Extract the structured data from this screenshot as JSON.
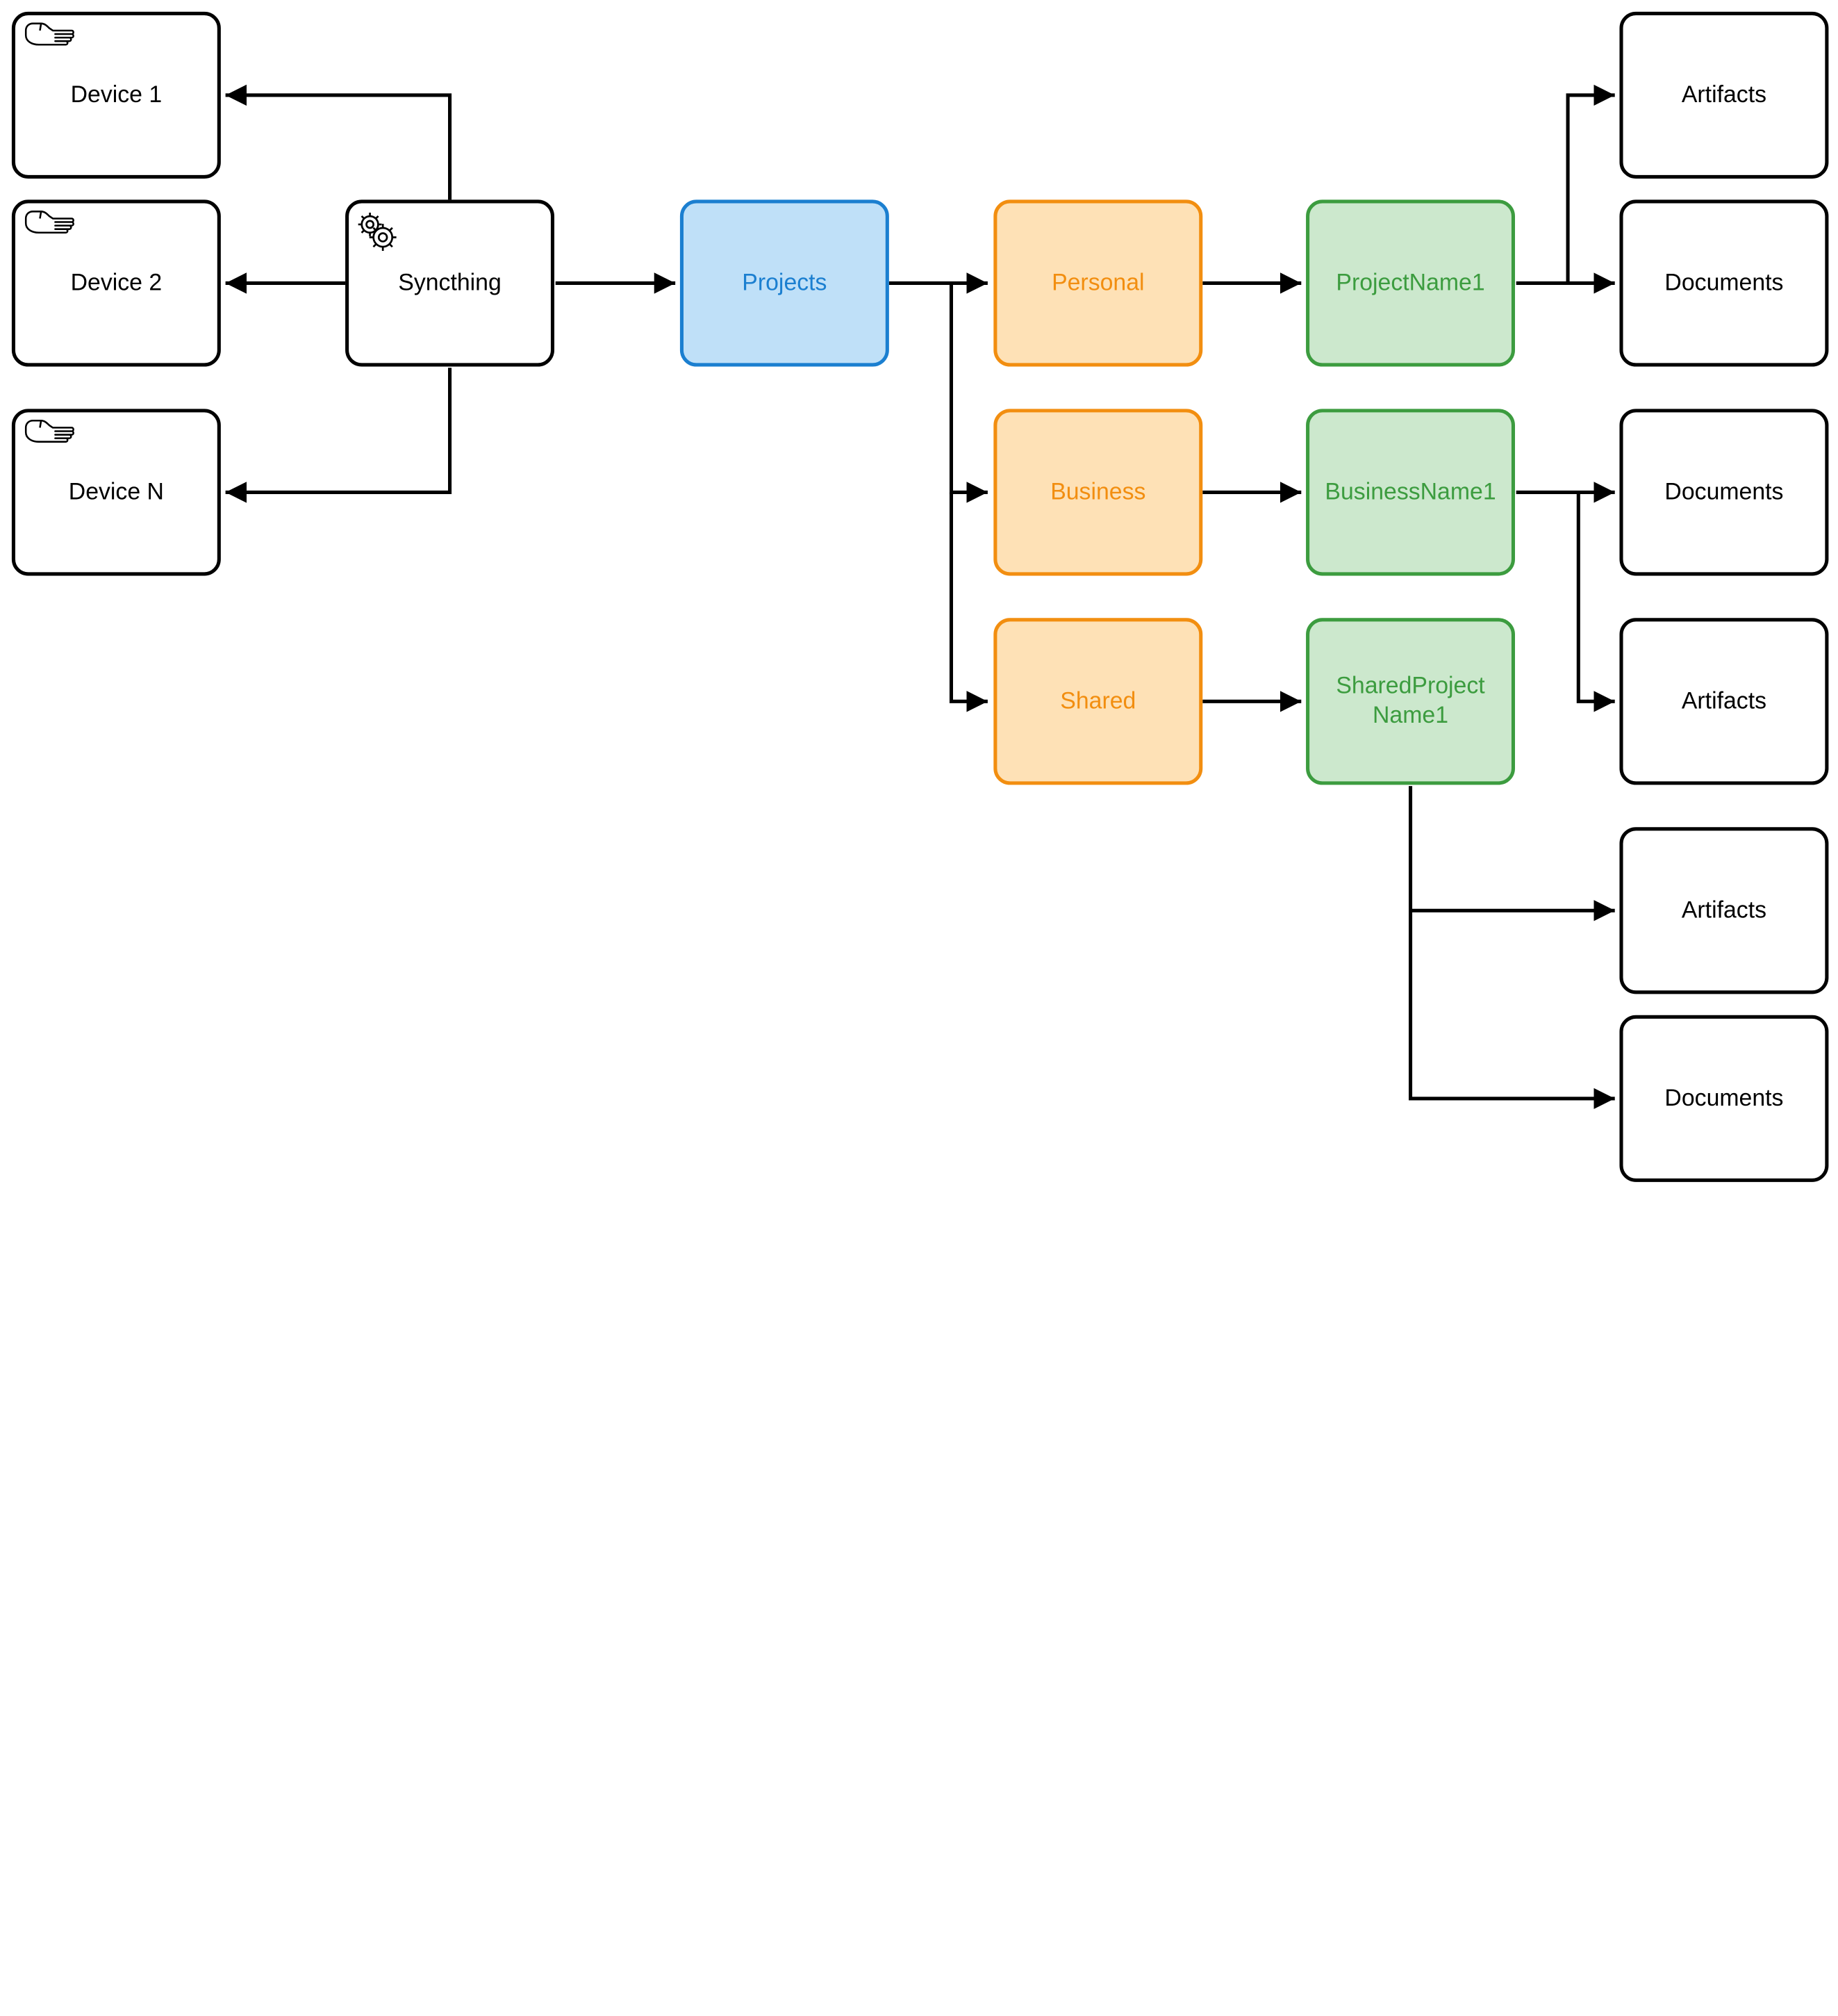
{
  "diagram": {
    "nodes": {
      "device1": {
        "label": "Device 1",
        "icon": "hand-icon"
      },
      "device2": {
        "label": "Device 2",
        "icon": "hand-icon"
      },
      "deviceN": {
        "label": "Device N",
        "icon": "hand-icon"
      },
      "syncthing": {
        "label": "Syncthing",
        "icon": "gear-icon"
      },
      "projects": {
        "label": "Projects"
      },
      "personal": {
        "label": "Personal"
      },
      "business": {
        "label": "Business"
      },
      "shared": {
        "label": "Shared"
      },
      "projectName1": {
        "label": "ProjectName1"
      },
      "businessName1": {
        "label": "BusinessName1"
      },
      "sharedProjectName1": {
        "label": "SharedProject\nName1"
      },
      "artifacts1": {
        "label": "Artifacts"
      },
      "documents1": {
        "label": "Documents"
      },
      "documents2": {
        "label": "Documents"
      },
      "artifacts2": {
        "label": "Artifacts"
      },
      "artifacts3": {
        "label": "Artifacts"
      },
      "documents3": {
        "label": "Documents"
      }
    },
    "edges": [
      {
        "from": "syncthing",
        "to": "device1"
      },
      {
        "from": "syncthing",
        "to": "device2"
      },
      {
        "from": "syncthing",
        "to": "deviceN"
      },
      {
        "from": "syncthing",
        "to": "projects"
      },
      {
        "from": "projects",
        "to": "personal"
      },
      {
        "from": "projects",
        "to": "business"
      },
      {
        "from": "projects",
        "to": "shared"
      },
      {
        "from": "personal",
        "to": "projectName1"
      },
      {
        "from": "business",
        "to": "businessName1"
      },
      {
        "from": "shared",
        "to": "sharedProjectName1"
      },
      {
        "from": "projectName1",
        "to": "artifacts1"
      },
      {
        "from": "projectName1",
        "to": "documents1"
      },
      {
        "from": "businessName1",
        "to": "documents2"
      },
      {
        "from": "businessName1",
        "to": "artifacts2"
      },
      {
        "from": "sharedProjectName1",
        "to": "artifacts3"
      },
      {
        "from": "sharedProjectName1",
        "to": "documents3"
      }
    ],
    "colors": {
      "default_stroke": "#000000",
      "blue_fill": "#bfe0f8",
      "blue_stroke": "#1b7fd0",
      "orange_fill": "#fee1b6",
      "orange_stroke": "#f28e10",
      "green_fill": "#cce8cd",
      "green_stroke": "#3c9c3f"
    }
  }
}
